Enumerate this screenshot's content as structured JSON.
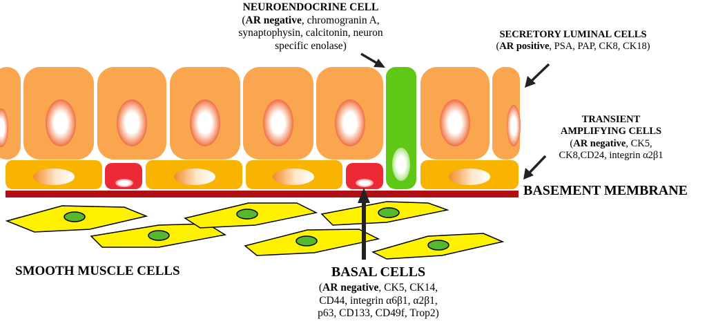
{
  "neuroendocrine": {
    "title": "NEUROENDOCRINE CELL",
    "ar": "AR negative",
    "line1_rest": ", chromogranin A,",
    "line2": "synaptophysin, calcitonin, neuron",
    "line3": "specific enolase)"
  },
  "secretory": {
    "title": "SECRETORY LUMINAL CELLS",
    "ar": "AR positive",
    "rest": ", PSA, PAP, CK8, CK18)"
  },
  "transient": {
    "title1": "TRANSIENT",
    "title2": "AMPLIFYING CELLS",
    "ar": "AR negative",
    "line1_rest": ", CK5,",
    "line2": "CK8,CD24, integrin α2β1"
  },
  "basement": {
    "title": "BASEMENT MEMBRANE"
  },
  "smooth": {
    "title": "SMOOTH MUSCLE CELLS"
  },
  "basal": {
    "title": "BASAL CELLS",
    "ar": "AR negative",
    "line1_rest": ", CK5, CK14,",
    "line2": "CD44, integrin α6β1, α2β1,",
    "line3": "p63, CD133, CD49f, Trop2)"
  },
  "colors": {
    "luminal": "#f9a64f",
    "transient": "#f8b400",
    "basal": "#ec2a36",
    "neuroendocrine": "#5fc715",
    "membrane": "#b01015",
    "smooth_muscle": "#fff200",
    "smooth_nucleus": "#56b82e"
  }
}
